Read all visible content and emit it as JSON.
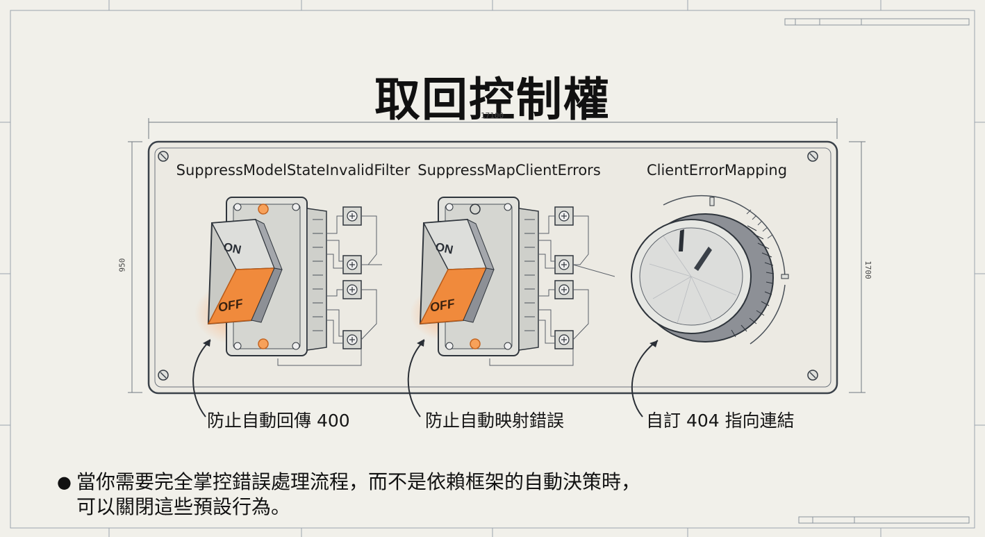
{
  "title": "取回控制權",
  "dimensions": {
    "width_label": "17100",
    "left_height_label": "950",
    "right_height_label": "1700"
  },
  "controls": [
    {
      "name": "SuppressModelStateInvalidFilter",
      "type": "rocker-switch",
      "on_text": "ON",
      "off_text": "OFF",
      "state": "OFF",
      "caption": "防止自動回傳 400"
    },
    {
      "name": "SuppressMapClientErrors",
      "type": "rocker-switch",
      "on_text": "ON",
      "off_text": "OFF",
      "state": "OFF",
      "caption": "防止自動映射錯誤"
    },
    {
      "name": "ClientErrorMapping",
      "type": "rotary-knob",
      "caption": "自訂 404 指向連結"
    }
  ],
  "bullet": {
    "line1": "當你需要完全掌控錯誤處理流程，而不是依賴框架的自動決策時，",
    "line2": "可以關閉這些預設行為。"
  },
  "colors": {
    "background": "#f1f0ea",
    "panel": "#eceae3",
    "ink": "#2a2f36",
    "accent_orange": "#f08a3c",
    "glow": "#ffb27a"
  }
}
